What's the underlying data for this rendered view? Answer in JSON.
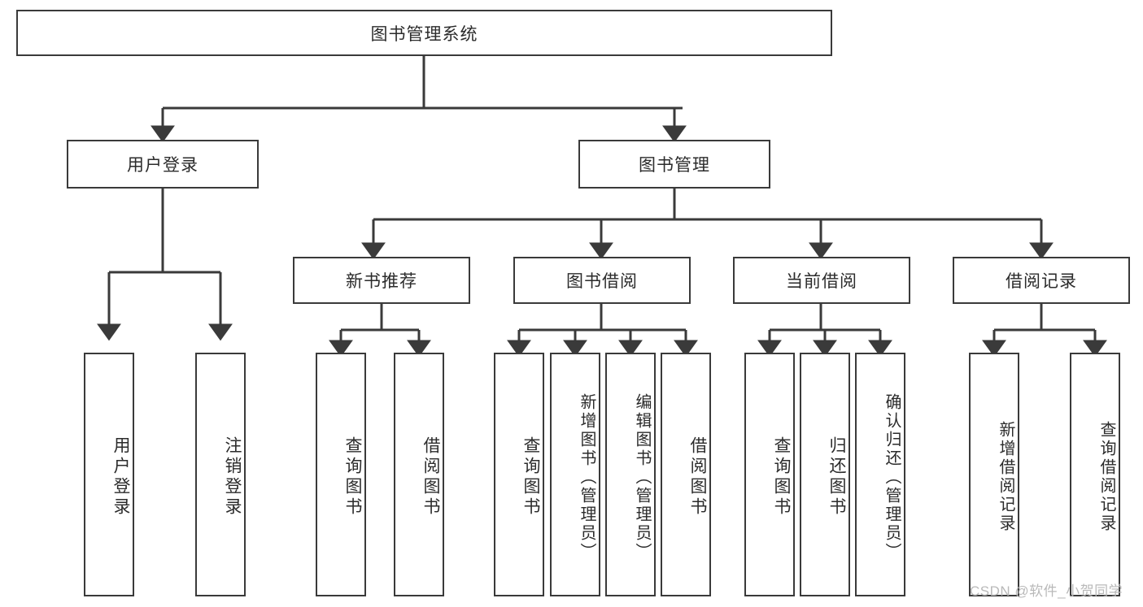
{
  "diagram": {
    "title": "图书管理系统",
    "type": "hierarchy-tree",
    "levels": 4,
    "root": {
      "label": "图书管理系统"
    },
    "level2": [
      {
        "label": "用户登录"
      },
      {
        "label": "图书管理"
      }
    ],
    "level3": [
      {
        "label": "新书推荐"
      },
      {
        "label": "图书借阅"
      },
      {
        "label": "当前借阅"
      },
      {
        "label": "借阅记录"
      }
    ],
    "leaves": {
      "user_login": [
        {
          "label": "用户登录"
        },
        {
          "label": "注销登录"
        }
      ],
      "new_book_recommend": [
        {
          "label": "查询图书"
        },
        {
          "label": "借阅图书"
        }
      ],
      "book_borrow": [
        {
          "label": "查询图书"
        },
        {
          "label": "新增图书（管理员）"
        },
        {
          "label": "编辑图书（管理员）"
        },
        {
          "label": "借阅图书"
        }
      ],
      "current_borrow": [
        {
          "label": "查询图书"
        },
        {
          "label": "归还图书"
        },
        {
          "label": "确认归还（管理员）"
        }
      ],
      "borrow_record": [
        {
          "label": "新增借阅记录"
        },
        {
          "label": "查询借阅记录"
        }
      ]
    }
  },
  "watermark": {
    "text": "CSDN @软件_小贺同学"
  },
  "colors": {
    "stroke": "#3a3a3a",
    "fill": "#ffffff",
    "text": "#2b2b2b",
    "watermark": "#b9b9b9"
  }
}
